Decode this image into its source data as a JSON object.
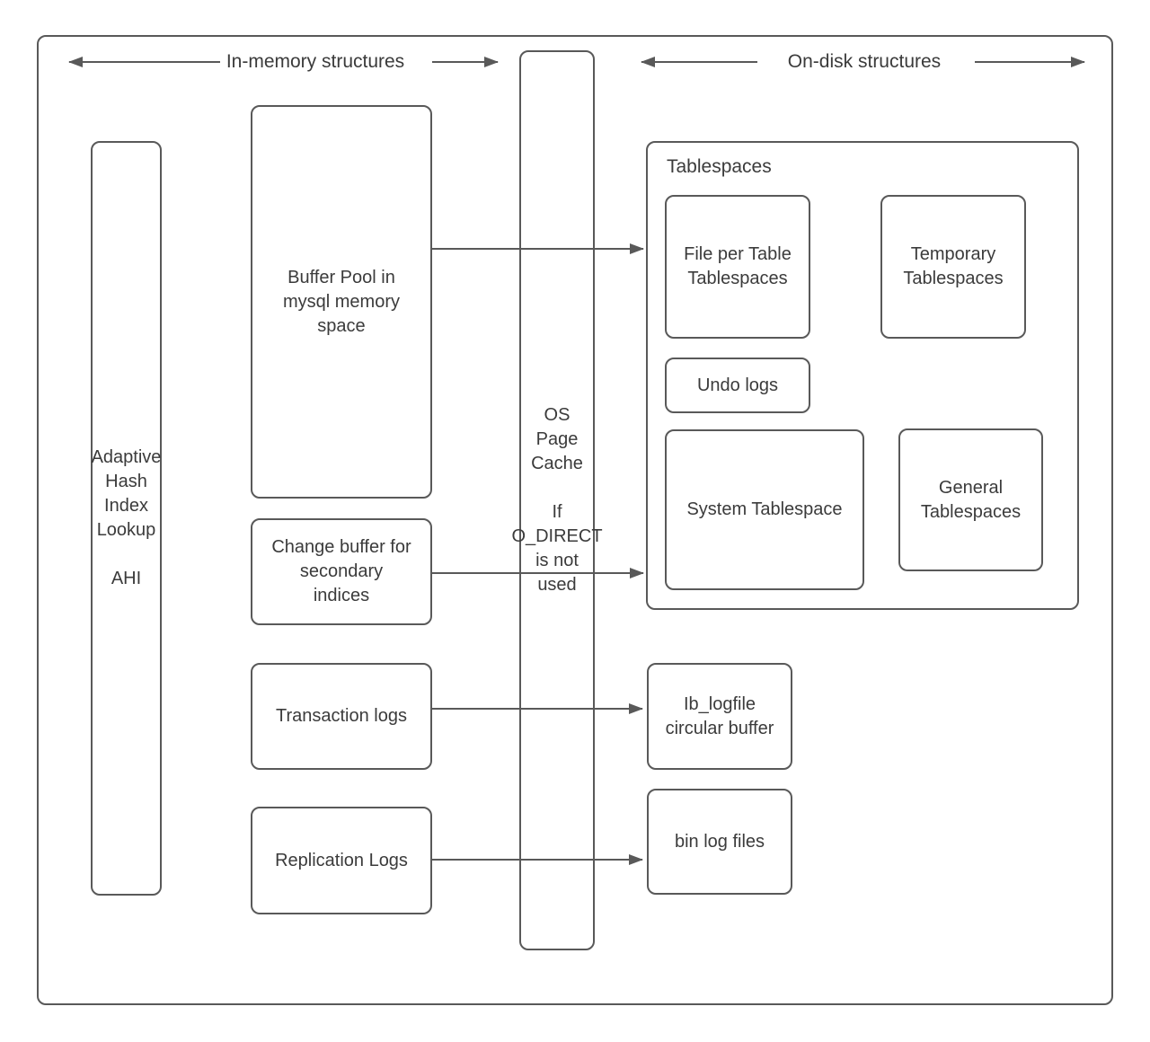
{
  "diagram": {
    "headers": {
      "in_memory": "In-memory structures",
      "on_disk": "On-disk structures"
    },
    "nodes": {
      "ahi": "Adaptive\nHash\nIndex\nLookup\n\nAHI",
      "buffer_pool": "Buffer Pool in\nmysql memory\nspace",
      "change_buffer": "Change buffer for\nsecondary\nindices",
      "transaction_logs": "Transaction logs",
      "replication_logs": "Replication Logs",
      "os_page_cache": "OS\nPage\nCache\n\nIf\nO_DIRECT\nis not\nused",
      "tablespaces_label": "Tablespaces",
      "file_per_table": "File per Table\nTablespaces",
      "temporary": "Temporary\nTablespaces",
      "undo_logs": "Undo logs",
      "system_tablespace": "System Tablespace",
      "general": "General\nTablespaces",
      "ib_logfile": "Ib_logfile\ncircular buffer",
      "bin_log": "bin log files"
    },
    "colors": {
      "stroke": "#595959",
      "text": "#3b3b3b",
      "background": "#ffffff"
    }
  }
}
